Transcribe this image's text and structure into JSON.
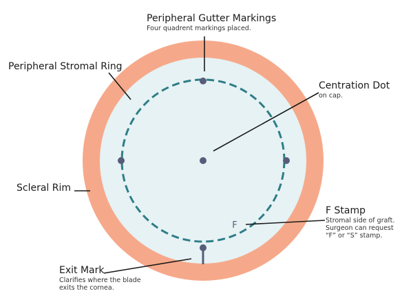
{
  "colors": {
    "scleral_rim": "#f6a98a",
    "cornea": "#e6f2f4",
    "dashed_ring": "#2e7d86",
    "markers": "#565d7a",
    "leader": "#1a1a1a",
    "background": "#ffffff"
  },
  "labels": {
    "gutter": {
      "title": "Peripheral Gutter Markings",
      "desc": "Four quadrent markings placed."
    },
    "ring": {
      "title": "Peripheral Stromal Ring"
    },
    "dot": {
      "title": "Centration Dot",
      "desc": "on cap."
    },
    "scleral": {
      "title": "Scleral Rim"
    },
    "fstamp": {
      "title": "F Stamp",
      "desc1": "Stromal side of graft.",
      "desc2": "Surgeon can request",
      "desc3": "“F” or “S” stamp."
    },
    "exit": {
      "title": "Exit Mark",
      "desc1": "Clarifies where the blade",
      "desc2": "exits the cornea."
    }
  },
  "stamp_letter": "F"
}
